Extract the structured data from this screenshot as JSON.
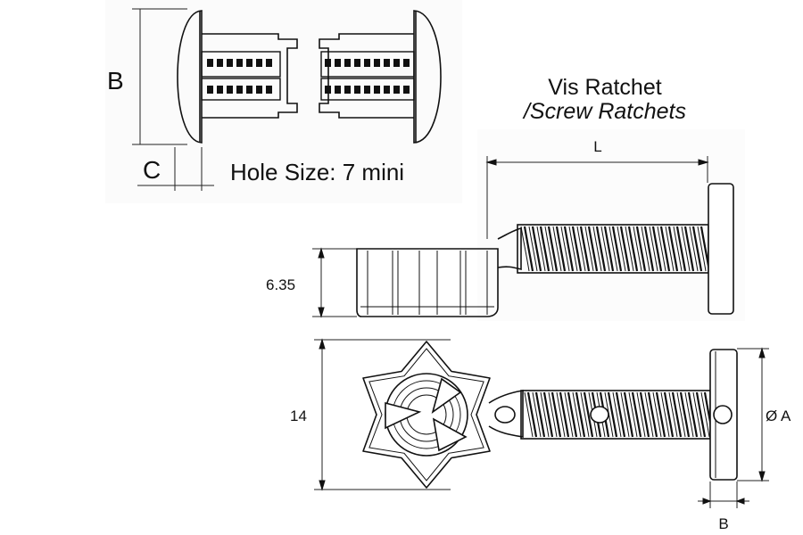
{
  "title": "Vis Ratchet",
  "subtitle": "/Screw Ratchets",
  "top_view": {
    "label_b": "B",
    "label_c": "C",
    "hole_size": "Hole Size: 7 mini"
  },
  "side_view": {
    "label_l": "L",
    "label_height": "6.35"
  },
  "bottom_view": {
    "label_height": "14",
    "label_diameter": "Ø A",
    "label_b": "B"
  }
}
